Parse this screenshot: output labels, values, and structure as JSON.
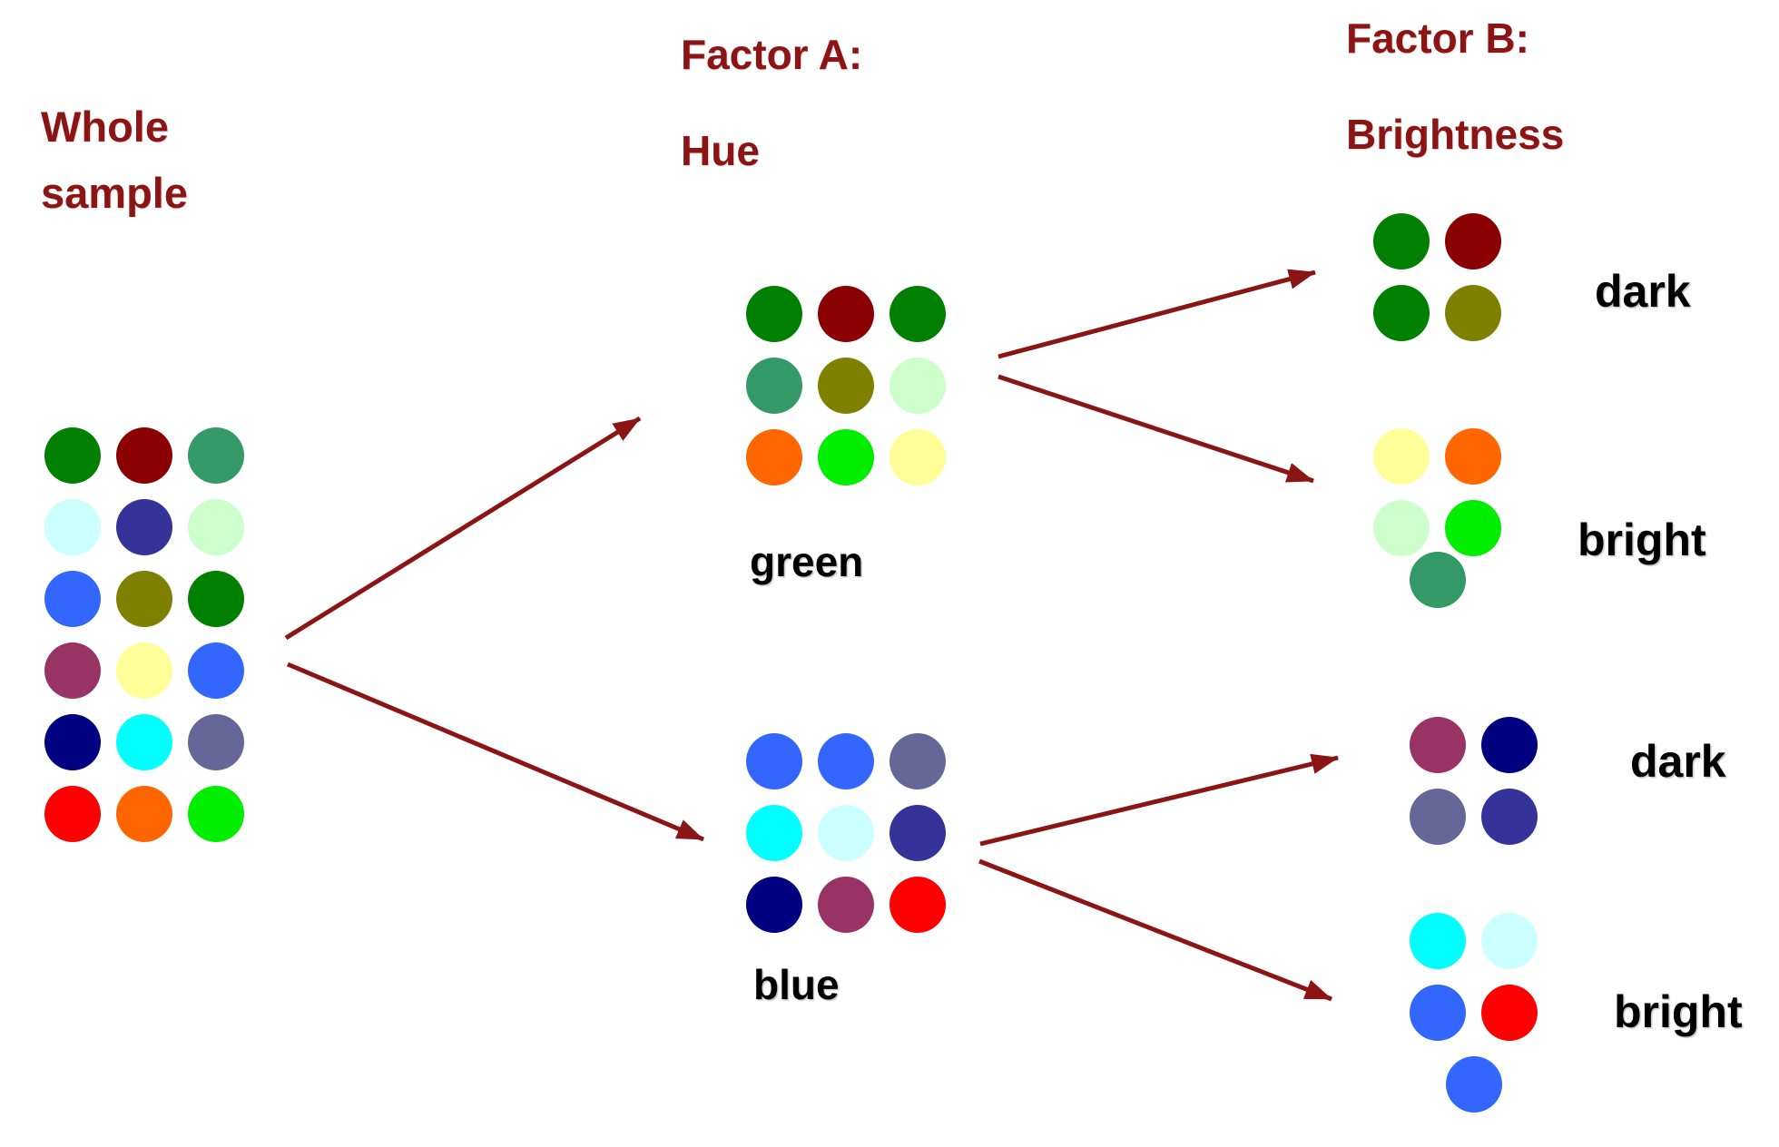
{
  "colors": {
    "accent": "#8B1414",
    "label_text": "#000000",
    "background": "#FFFFFF"
  },
  "headers": {
    "whole_sample": "Whole sample",
    "factor_a_title": "Factor A:",
    "factor_a_name": "Hue",
    "factor_b_title": "Factor B:",
    "factor_b_name": "Brightness"
  },
  "whole_sample": {
    "rows": [
      [
        "#008000",
        "#8B0000",
        "#339966"
      ],
      [
        "#CCFFFF",
        "#333399",
        "#CCFFCC"
      ],
      [
        "#3366FF",
        "#808000",
        "#008000"
      ],
      [
        "#993366",
        "#FFFF99",
        "#3366FF"
      ],
      [
        "#000080",
        "#00FFFF",
        "#666699"
      ],
      [
        "#FF0000",
        "#FF6600",
        "#00EE00"
      ]
    ]
  },
  "hue_groups": [
    {
      "id": "green",
      "label": "green",
      "rows": [
        [
          "#008000",
          "#8B0000",
          "#008000"
        ],
        [
          "#339966",
          "#808000",
          "#CCFFCC"
        ],
        [
          "#FF6600",
          "#00EE00",
          "#FFFF99"
        ]
      ]
    },
    {
      "id": "blue",
      "label": "blue",
      "rows": [
        [
          "#3366FF",
          "#3366FF",
          "#666699"
        ],
        [
          "#00FFFF",
          "#CCFFFF",
          "#333399"
        ],
        [
          "#000080",
          "#993366",
          "#FF0000"
        ]
      ]
    }
  ],
  "brightness_groups": [
    {
      "id": "green-dark",
      "label": "dark",
      "rows": [
        [
          "#008000",
          "#8B0000"
        ],
        [
          "#008000",
          "#808000"
        ]
      ]
    },
    {
      "id": "green-bright",
      "label": "bright",
      "rows": [
        [
          "#FFFF99",
          "#FF6600"
        ],
        [
          "#CCFFCC",
          "#00EE00"
        ],
        [
          "#339966"
        ]
      ]
    },
    {
      "id": "blue-dark",
      "label": "dark",
      "rows": [
        [
          "#993366",
          "#000080"
        ],
        [
          "#666699",
          "#333399"
        ]
      ]
    },
    {
      "id": "blue-bright",
      "label": "bright",
      "rows": [
        [
          "#00FFFF",
          "#CCFFFF"
        ],
        [
          "#3366FF",
          "#FF0000"
        ],
        [
          "#3366FF"
        ]
      ]
    }
  ]
}
